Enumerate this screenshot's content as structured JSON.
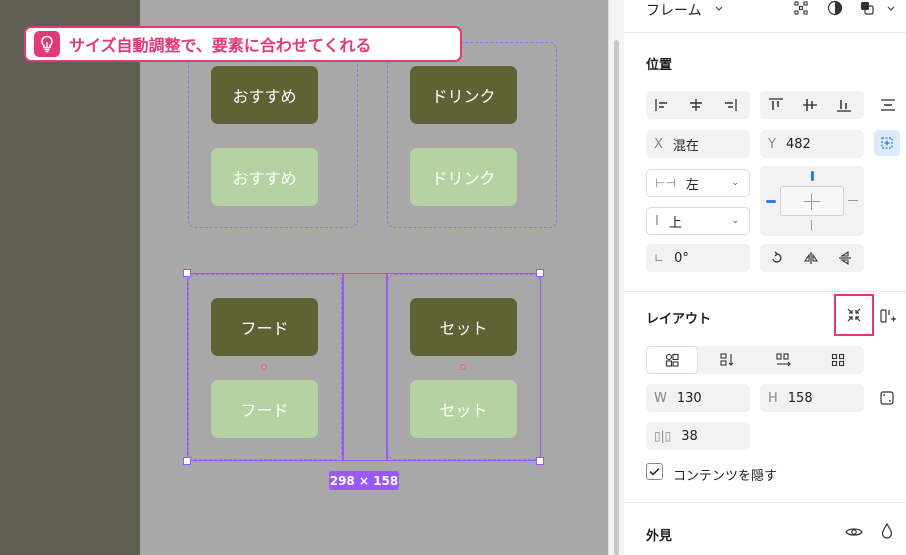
{
  "tip": {
    "text": "サイズ自動調整で、要素に合わせてくれる",
    "icon": "lightbulb-icon",
    "accent": "#e03a78"
  },
  "canvas": {
    "buttons": [
      {
        "label": "おすすめ",
        "style": "dark"
      },
      {
        "label": "おすすめ",
        "style": "light"
      },
      {
        "label": "ドリンク",
        "style": "dark"
      },
      {
        "label": "ドリンク",
        "style": "light"
      },
      {
        "label": "フード",
        "style": "dark"
      },
      {
        "label": "フード",
        "style": "light"
      },
      {
        "label": "セット",
        "style": "dark"
      },
      {
        "label": "セット",
        "style": "light"
      }
    ],
    "size_badge": "298 × 158"
  },
  "panel": {
    "frame_title": "フレーム",
    "position_title": "位置",
    "x_label": "X",
    "x_value": "混在",
    "y_label": "Y",
    "y_value": "482",
    "h_constraint": "左",
    "v_constraint": "上",
    "rotation": "0°",
    "layout_title": "レイアウト",
    "w_label": "W",
    "w_value": "130",
    "h_label": "H",
    "h_value": "158",
    "gap_value": "38",
    "clip_label": "コンテンツを隠す",
    "appearance_title": "外見"
  },
  "colors": {
    "dark_button": "#5f6232",
    "light_button": "#b5d2a2",
    "selection": "#9b58f5",
    "highlight": "#e03a78"
  }
}
